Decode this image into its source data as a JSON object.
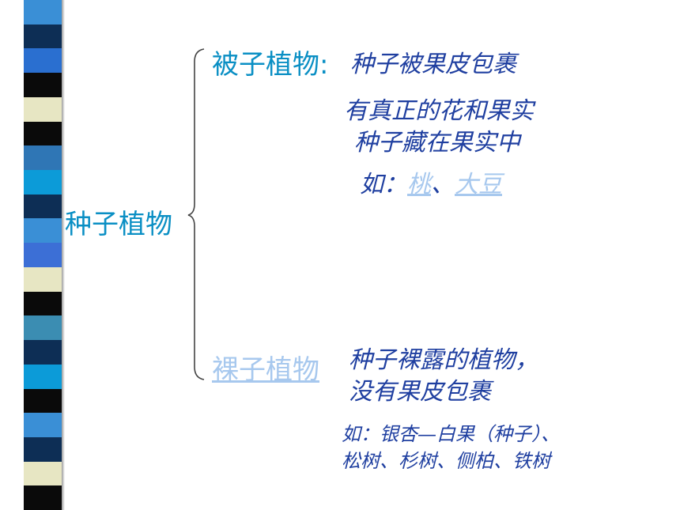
{
  "decor": {
    "stripe_colors": [
      "#3a8fd6",
      "#0d2e55",
      "#2a6fd0",
      "#0a0a0a",
      "#e7e6c3",
      "#0a0a0a",
      "#2f76b5",
      "#0c9bd8",
      "#0d2e55",
      "#3a8fd6",
      "#3c6fd6",
      "#e7e6c3",
      "#0a0a0a",
      "#3b8db2",
      "#0d2e55",
      "#0c9bd8",
      "#0a0a0a",
      "#3a8fd6",
      "#0d2e55",
      "#e7e6c3",
      "#0a0a0a"
    ]
  },
  "root": {
    "label": "种子植物"
  },
  "angiosperm": {
    "label": "被子植物",
    "colon": ":",
    "lines": [
      "种子被果皮包裹",
      "有真正的花和果实",
      "种子藏在果实中"
    ],
    "example_prefix": "如：",
    "example_link_1": "桃",
    "separator": "、",
    "example_link_2": "大豆"
  },
  "gymnosperm": {
    "label": "裸子植物",
    "lines": [
      "种子裸露的植物，",
      "没有果皮包裹"
    ],
    "examples": [
      "如：银杏—白果（种子）、",
      "松树、杉树、侧柏、铁树"
    ]
  }
}
